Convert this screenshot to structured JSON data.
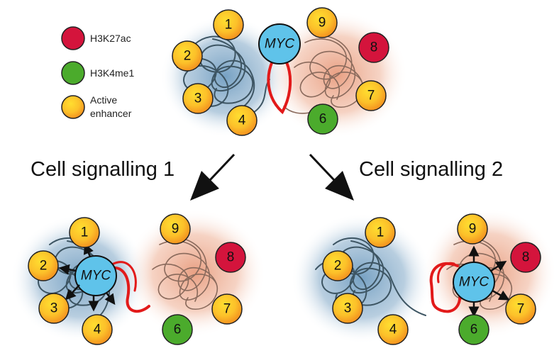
{
  "legend": [
    {
      "label": "H3K27ac",
      "kind": "h3k27ac"
    },
    {
      "label": "H3K4me1",
      "kind": "h3k4me1"
    },
    {
      "label_line1": "Active",
      "label_line2": "enhancer",
      "kind": "active"
    }
  ],
  "gene_label": "MYC",
  "signals": [
    "Cell signalling 1",
    "Cell signalling 2"
  ],
  "nodes": {
    "n1": "1",
    "n2": "2",
    "n3": "3",
    "n4": "4",
    "n5": "6",
    "n7": "7",
    "n8": "8",
    "n9": "9"
  },
  "colors": {
    "h3k27ac": "#d4143c",
    "h3k4me1": "#4bab2c",
    "active_inner": "#ffd52b",
    "active_outer": "#f39a1f",
    "myc_fill": "#5fc3ea",
    "tad_left": "#5f91b9",
    "tad_right": "#e58f6d",
    "loop_red": "#e21a1a",
    "chromatin_blue": "#3d5563",
    "chromatin_brown": "#8a6a5c"
  }
}
